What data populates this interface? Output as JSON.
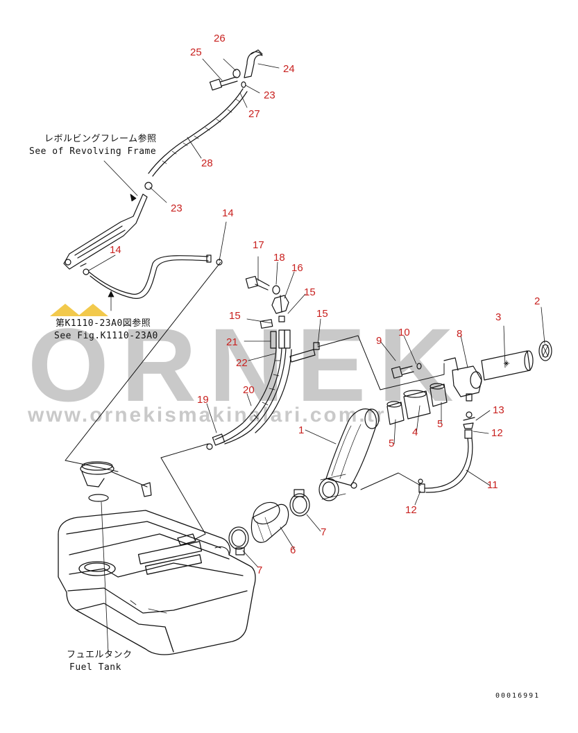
{
  "watermark": {
    "brand": "ORNEK",
    "url": "www.ornekismakinalari.com.tr"
  },
  "notes": {
    "revolving_jp": "レボルビングフレーム参照",
    "revolving_en": "See of Revolving Frame",
    "fig_jp": "第K1110-23A0図参照",
    "fig_en": "See Fig.K1110-23A0",
    "tank_jp": "フュエルタンク",
    "tank_en": "Fuel Tank"
  },
  "doc_number": "00016991",
  "callouts": [
    "1",
    "2",
    "3",
    "4",
    "5",
    "5",
    "6",
    "7",
    "7",
    "8",
    "9",
    "10",
    "11",
    "12",
    "12",
    "13",
    "14",
    "14",
    "15",
    "15",
    "15",
    "16",
    "17",
    "18",
    "19",
    "20",
    "21",
    "22",
    "23",
    "23",
    "24",
    "25",
    "26",
    "27",
    "28"
  ],
  "colors": {
    "callout": "#c8201e",
    "line": "#111111",
    "watermark": "#c9c9c9",
    "watermark_accent": "#f2c94c"
  }
}
